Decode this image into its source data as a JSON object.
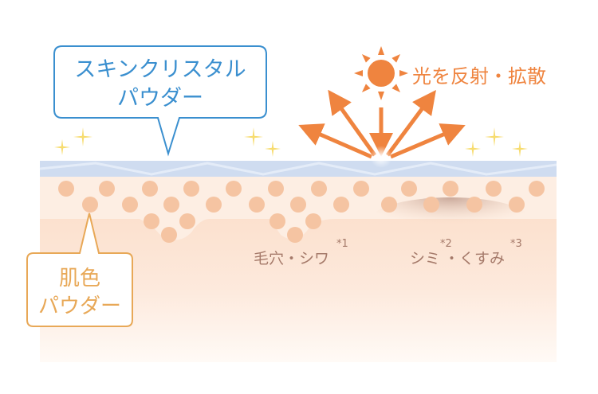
{
  "crystal_label": {
    "line1": "スキンクリスタル",
    "line2": "パウダー"
  },
  "skin_label": {
    "line1": "肌色",
    "line2": "パウダー"
  },
  "light_label": "光を反射・拡散",
  "pore_label": {
    "text": "毛穴・シワ",
    "note": "*1"
  },
  "spot_label": {
    "text1": "シミ",
    "note1": "*2",
    "text2": "・くすみ",
    "note2": "*3"
  },
  "colors": {
    "blue": "#3a8fcf",
    "orange": "#ef843f",
    "skin_label": "#e8a857",
    "text_brown": "#a57a6a",
    "dot": "#f5c4a2"
  }
}
